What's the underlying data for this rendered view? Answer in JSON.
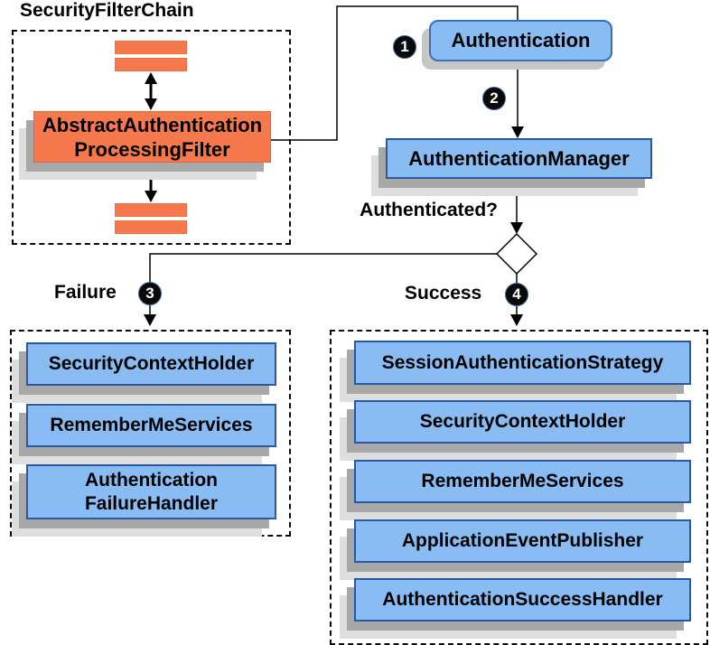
{
  "diagram_title": "SecurityFilterChain",
  "colors": {
    "box_blue": "#88bcf2",
    "box_blue_border": "#2b57a7",
    "box_orange": "#f5794c",
    "shadow_dark": "#a8a8a8",
    "shadow_light": "#dedede",
    "line": "#000000",
    "badge_bg": "#0a0a0a",
    "badge_text": "#ffffff"
  },
  "filter_chain": {
    "title": "SecurityFilterChain",
    "filter_box": "AbstractAuthentication\nProcessingFilter"
  },
  "flow": {
    "authentication": "Authentication",
    "authentication_manager": "AuthenticationManager",
    "question": "Authenticated?",
    "failure": "Failure",
    "success": "Success",
    "step1": "1",
    "step2": "2",
    "step3": "3",
    "step4": "4"
  },
  "failure_group": {
    "items": [
      "SecurityContextHolder",
      "RememberMeServices",
      "Authentication\nFailureHandler"
    ]
  },
  "success_group": {
    "items": [
      "SessionAuthenticationStrategy",
      "SecurityContextHolder",
      "RememberMeServices",
      "ApplicationEventPublisher",
      "AuthenticationSuccessHandler"
    ]
  }
}
